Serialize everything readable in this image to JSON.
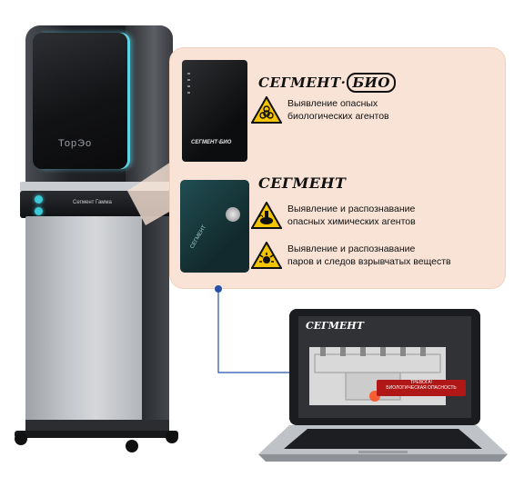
{
  "kiosk": {
    "screen_logo": "ТорЭо",
    "ledge_label": "Сегмент Гамма"
  },
  "products": [
    {
      "brand_main": "СЕГМЕНТ·",
      "brand_suffix": "БИО",
      "device_label": "СЕГМЕНТ·БИО",
      "features": [
        {
          "icon": "biohazard-icon",
          "line1": "Выявление опасных",
          "line2": "биологических агентов"
        }
      ]
    },
    {
      "brand_main": "СЕГМЕНТ",
      "device_label": "СЕГМЕНТ",
      "features": [
        {
          "icon": "chemical-hazard-icon",
          "line1": "Выявление и распознавание",
          "line2": "опасных химических агентов"
        },
        {
          "icon": "explosive-icon",
          "line1": "Выявление и распознавание",
          "line2": "паров и следов взрывчатых веществ"
        }
      ]
    }
  ],
  "laptop": {
    "app_title": "СЕГМЕНТ",
    "alarm_line1": "ТРЕВОГА!",
    "alarm_line2": "БИОЛОГИЧЕСКАЯ ОПАСНОСТЬ"
  },
  "colors": {
    "panel_bg": "#f8e3d6",
    "warning_yellow": "#f4c400",
    "connector_blue": "#2452a8",
    "screen_glow": "#5fd3e6",
    "alarm_red": "#b01717"
  }
}
